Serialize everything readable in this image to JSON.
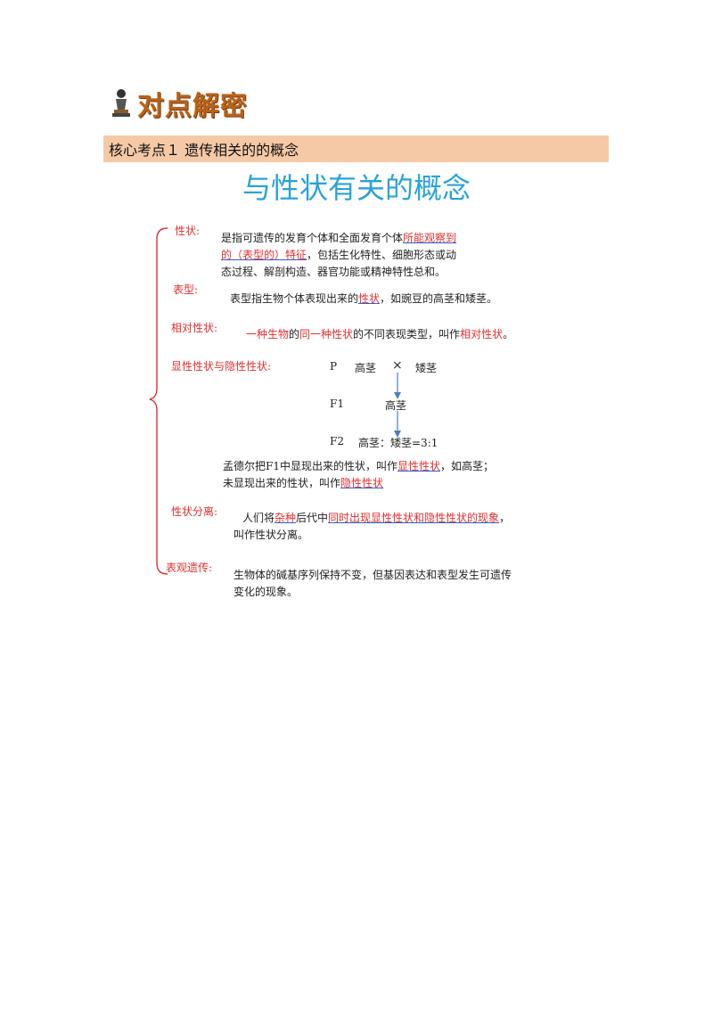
{
  "heading": {
    "text": "对点解密",
    "icon": "reading-figure-icon"
  },
  "section": {
    "title": "核心考点１ 遗传相关的的概念"
  },
  "main_title": "与性状有关的概念",
  "concepts": {
    "trait": {
      "label": "性状:",
      "p1": "是指可遗传的发育个体和全面发育个体",
      "p2_hl": "所能观察到",
      "p3_hl": "的（表型的）特征",
      "p4": "，包括生化特性、细胞形态或动",
      "p5": "态过程、解剖构造、器官功能或精神特性总和。"
    },
    "phenotype": {
      "label": "表型:",
      "p1": "表型指生物个体表现出来的",
      "p2_hl": "性状",
      "p3": "，如豌豆的高茎和矮茎。"
    },
    "relative": {
      "label": "相对性状:",
      "p1_red": "一种生物",
      "p2": "的",
      "p3_red": "同一种性状",
      "p4": "的不同表现类型，叫作",
      "p5_red": "相对性状",
      "p6": "。"
    },
    "dominant": {
      "label": "显性性状与隐性性状:",
      "cross": {
        "p_label": "P",
        "p_tall": "高茎",
        "cross_sign": "×",
        "p_short": "矮茎",
        "f1_label": "F1",
        "f1_tall": "高茎",
        "f2_label": "F2",
        "f2_result": "高茎：矮茎=3:1"
      },
      "line1_a": "孟德尔把F1中显现出来的性状，叫作",
      "line1_hl": "显性性状",
      "line1_b": "，如高茎；",
      "line2_a": "未显现出来的性状，叫作",
      "line2_hl": "隐性性状"
    },
    "segregation": {
      "label": "性状分离:",
      "p1": "人们将",
      "p2_hl": "杂种",
      "p3": "后代中",
      "p4_hl": "同时出现显性性状和隐性性状的现象",
      "p5": "，",
      "line2": "叫作性状分离。"
    },
    "epigenetics": {
      "label": "表观遗传:",
      "line1": "生物体的碱基序列保持不变，但基因表达和表型发生可遗传",
      "line2": "变化的现象。"
    }
  }
}
